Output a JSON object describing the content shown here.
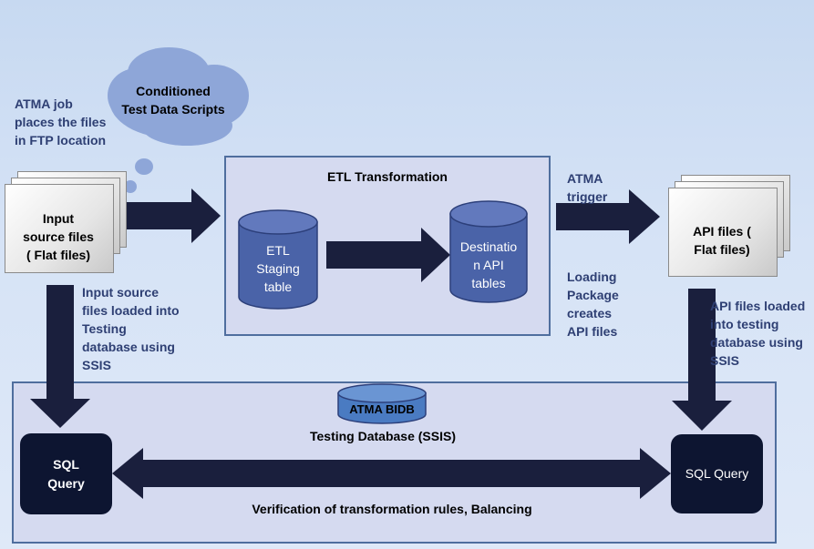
{
  "labels": {
    "atma_job": [
      "ATMA  job",
      "places the files",
      "in FTP location"
    ],
    "cloud": [
      "Conditioned",
      "Test Data Scripts"
    ],
    "input_files": [
      "Input",
      "source files",
      "( Flat files)"
    ],
    "etl_title": "ETL Transformation",
    "etl_staging": [
      "ETL",
      "Staging",
      "table"
    ],
    "destination": [
      "Destinatio",
      "n API",
      "tables"
    ],
    "atma_trigger": [
      "ATMA",
      "trigger"
    ],
    "api_files": [
      "API files (",
      "Flat files)"
    ],
    "loading_package": [
      "Loading",
      "Package",
      "creates",
      "API files"
    ],
    "input_loaded": [
      "Input source",
      "files loaded into",
      "Testing",
      "database using",
      "SSIS"
    ],
    "api_loaded": [
      "API files loaded",
      "into testing",
      "database using",
      "SSIS"
    ],
    "atma_bidb": "ATMA BIDB",
    "testing_db": "Testing Database (SSIS)",
    "sql_left": [
      "SQL",
      "Query"
    ],
    "sql_right": "SQL Query",
    "verification": "Verification of transformation rules, Balancing"
  },
  "colors": {
    "background": "#d0e0f4",
    "box_fill": "#d5daf0",
    "box_border": "#4f6e9e",
    "arrow": "#1a1f3d",
    "cylinder": "#4a63a8",
    "cloud": "#8ea6d8",
    "sql_box": "#0d1531",
    "label_text": "#2e3f73"
  }
}
